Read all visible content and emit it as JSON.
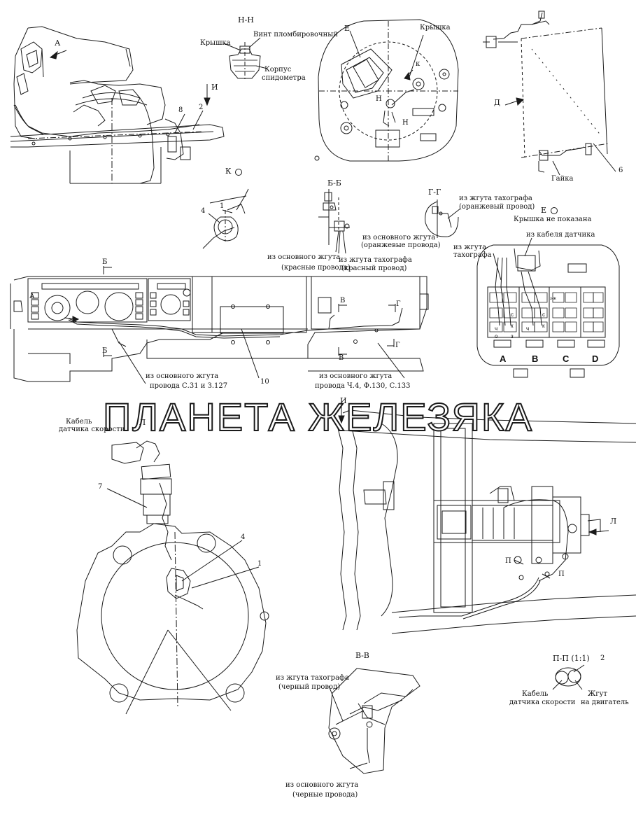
{
  "sections": {
    "nn": "Н-Н",
    "bb": "Б-Б",
    "gg": "Г-Г",
    "vv": "В-В",
    "pp": "П-П (1:1)",
    "k": "К",
    "e": "Е",
    "i_top": "И",
    "i_view": "И",
    "l": "Л"
  },
  "views": {
    "a": "А",
    "d": "Д",
    "l_arrow": "Л",
    "a_panel": "А",
    "b_top": "Б",
    "b_bottom": "Б",
    "v_top": "В",
    "v_bottom": "В",
    "g_top": "Г",
    "g_bottom": "Г",
    "p1": "П",
    "p2": "П",
    "i_arrow": "И"
  },
  "callouts": {
    "c2_top": "2",
    "c8": "8",
    "c6": "6",
    "c1_k": "1",
    "c4_k": "4",
    "c10": "10",
    "c7": "7",
    "c4_l": "4",
    "c1_l": "1",
    "c2_pp": "2",
    "k_e": "к",
    "n_e": "Н",
    "n_e2": "Н"
  },
  "labels": {
    "kryshka_nn": "Крышка",
    "vint": "Винт пломбировочный",
    "korpus": "Корпус",
    "spidometra": "спидометра",
    "e_letter": "Е",
    "kryshka_e": "Крышка",
    "gaika": "Гайка",
    "bb_main": "из основного жгута",
    "bb_main2": "(красные провода)",
    "bb_tacho": "из жгута тахографа",
    "bb_tacho2": "(красный провод)",
    "gg_tacho": "из жгута тахографа",
    "gg_tacho2": "(оранжевый провод)",
    "gg_main": "из основного жгута",
    "gg_main2": "(оранжевые провода)",
    "e_not_shown": "Крышка не показана",
    "e_sensor": "из кабеля датчика",
    "e_tacho": "из жгута",
    "e_tacho2": "тахографа",
    "panel_main1": "из основного жгута",
    "panel_main1b": "провода С.31 и З.127",
    "panel_main2": "из основного жгута",
    "panel_main2b": "провода Ч.4, Ф.130, С.133",
    "l_cable": "Кабель",
    "l_cable2": "датчика скорости",
    "vv_tacho": "из жгута тахографа",
    "vv_tacho2": "(черный провод)",
    "vv_main": "из основного жгута",
    "vv_main2": "(черные провода)",
    "pp_cable": "Кабель",
    "pp_cable2": "датчика скорости",
    "pp_harness": "Жгут",
    "pp_harness2": "на двигатель"
  },
  "connector": {
    "blocks": [
      "A",
      "B",
      "C",
      "D"
    ],
    "pins": [
      "ч",
      "с",
      "к",
      "о",
      "з",
      "ч",
      "с",
      "к"
    ],
    "marker": "з-ж"
  },
  "watermark": "ПЛАНЕТА ЖЕЛЕЗЯКА"
}
